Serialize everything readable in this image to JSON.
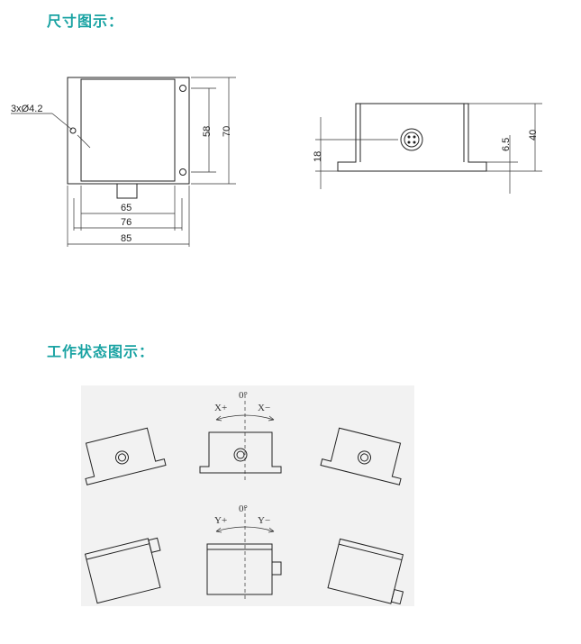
{
  "section_dimensions": {
    "title": "尺寸图示："
  },
  "section_states": {
    "title": "工作状态图示："
  },
  "front_view": {
    "hole_label": "3xØ4.2",
    "dims": {
      "w65": "65",
      "w76": "76",
      "w85": "85",
      "h58": "58",
      "h70": "70"
    }
  },
  "side_view": {
    "dims": {
      "h18": "18",
      "h6_5": "6.5",
      "h40": "40"
    }
  },
  "states": {
    "top": {
      "angle": "0°",
      "left": "X+",
      "right": "X−"
    },
    "bottom": {
      "angle": "0°",
      "left": "Y+",
      "right": "Y−"
    }
  }
}
